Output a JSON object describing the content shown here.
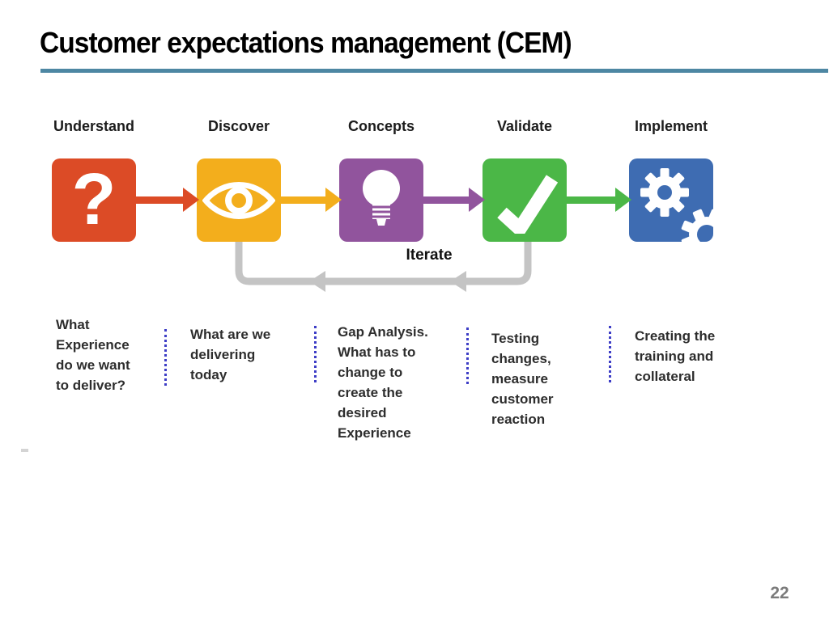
{
  "slide": {
    "title": "Customer expectations management (CEM)",
    "title_rule_color": "#4d87a3",
    "page_number": "22"
  },
  "diagram": {
    "iterate_label": "Iterate",
    "loop_color": "#c4c4c4",
    "divider_color": "#3d3dc6",
    "stages": [
      {
        "label": "Understand",
        "color": "#dc4b26",
        "icon": "question-mark-icon",
        "icon_glyph": "?",
        "description": "What\nExperience\ndo we want\nto deliver?"
      },
      {
        "label": "Discover",
        "color": "#f3ae1c",
        "icon": "eye-icon",
        "description": "What are we\ndelivering\ntoday"
      },
      {
        "label": "Concepts",
        "color": "#91549d",
        "icon": "lightbulb-icon",
        "description": "Gap Analysis.\nWhat has to\nchange to\ncreate the\ndesired\nExperience"
      },
      {
        "label": "Validate",
        "color": "#4bb747",
        "icon": "checkmark-icon",
        "description": "Testing\nchanges,\nmeasure\ncustomer\nreaction"
      },
      {
        "label": "Implement",
        "color": "#3e6cb2",
        "icon": "gears-icon",
        "description": "Creating the\ntraining and\ncollateral"
      }
    ]
  }
}
